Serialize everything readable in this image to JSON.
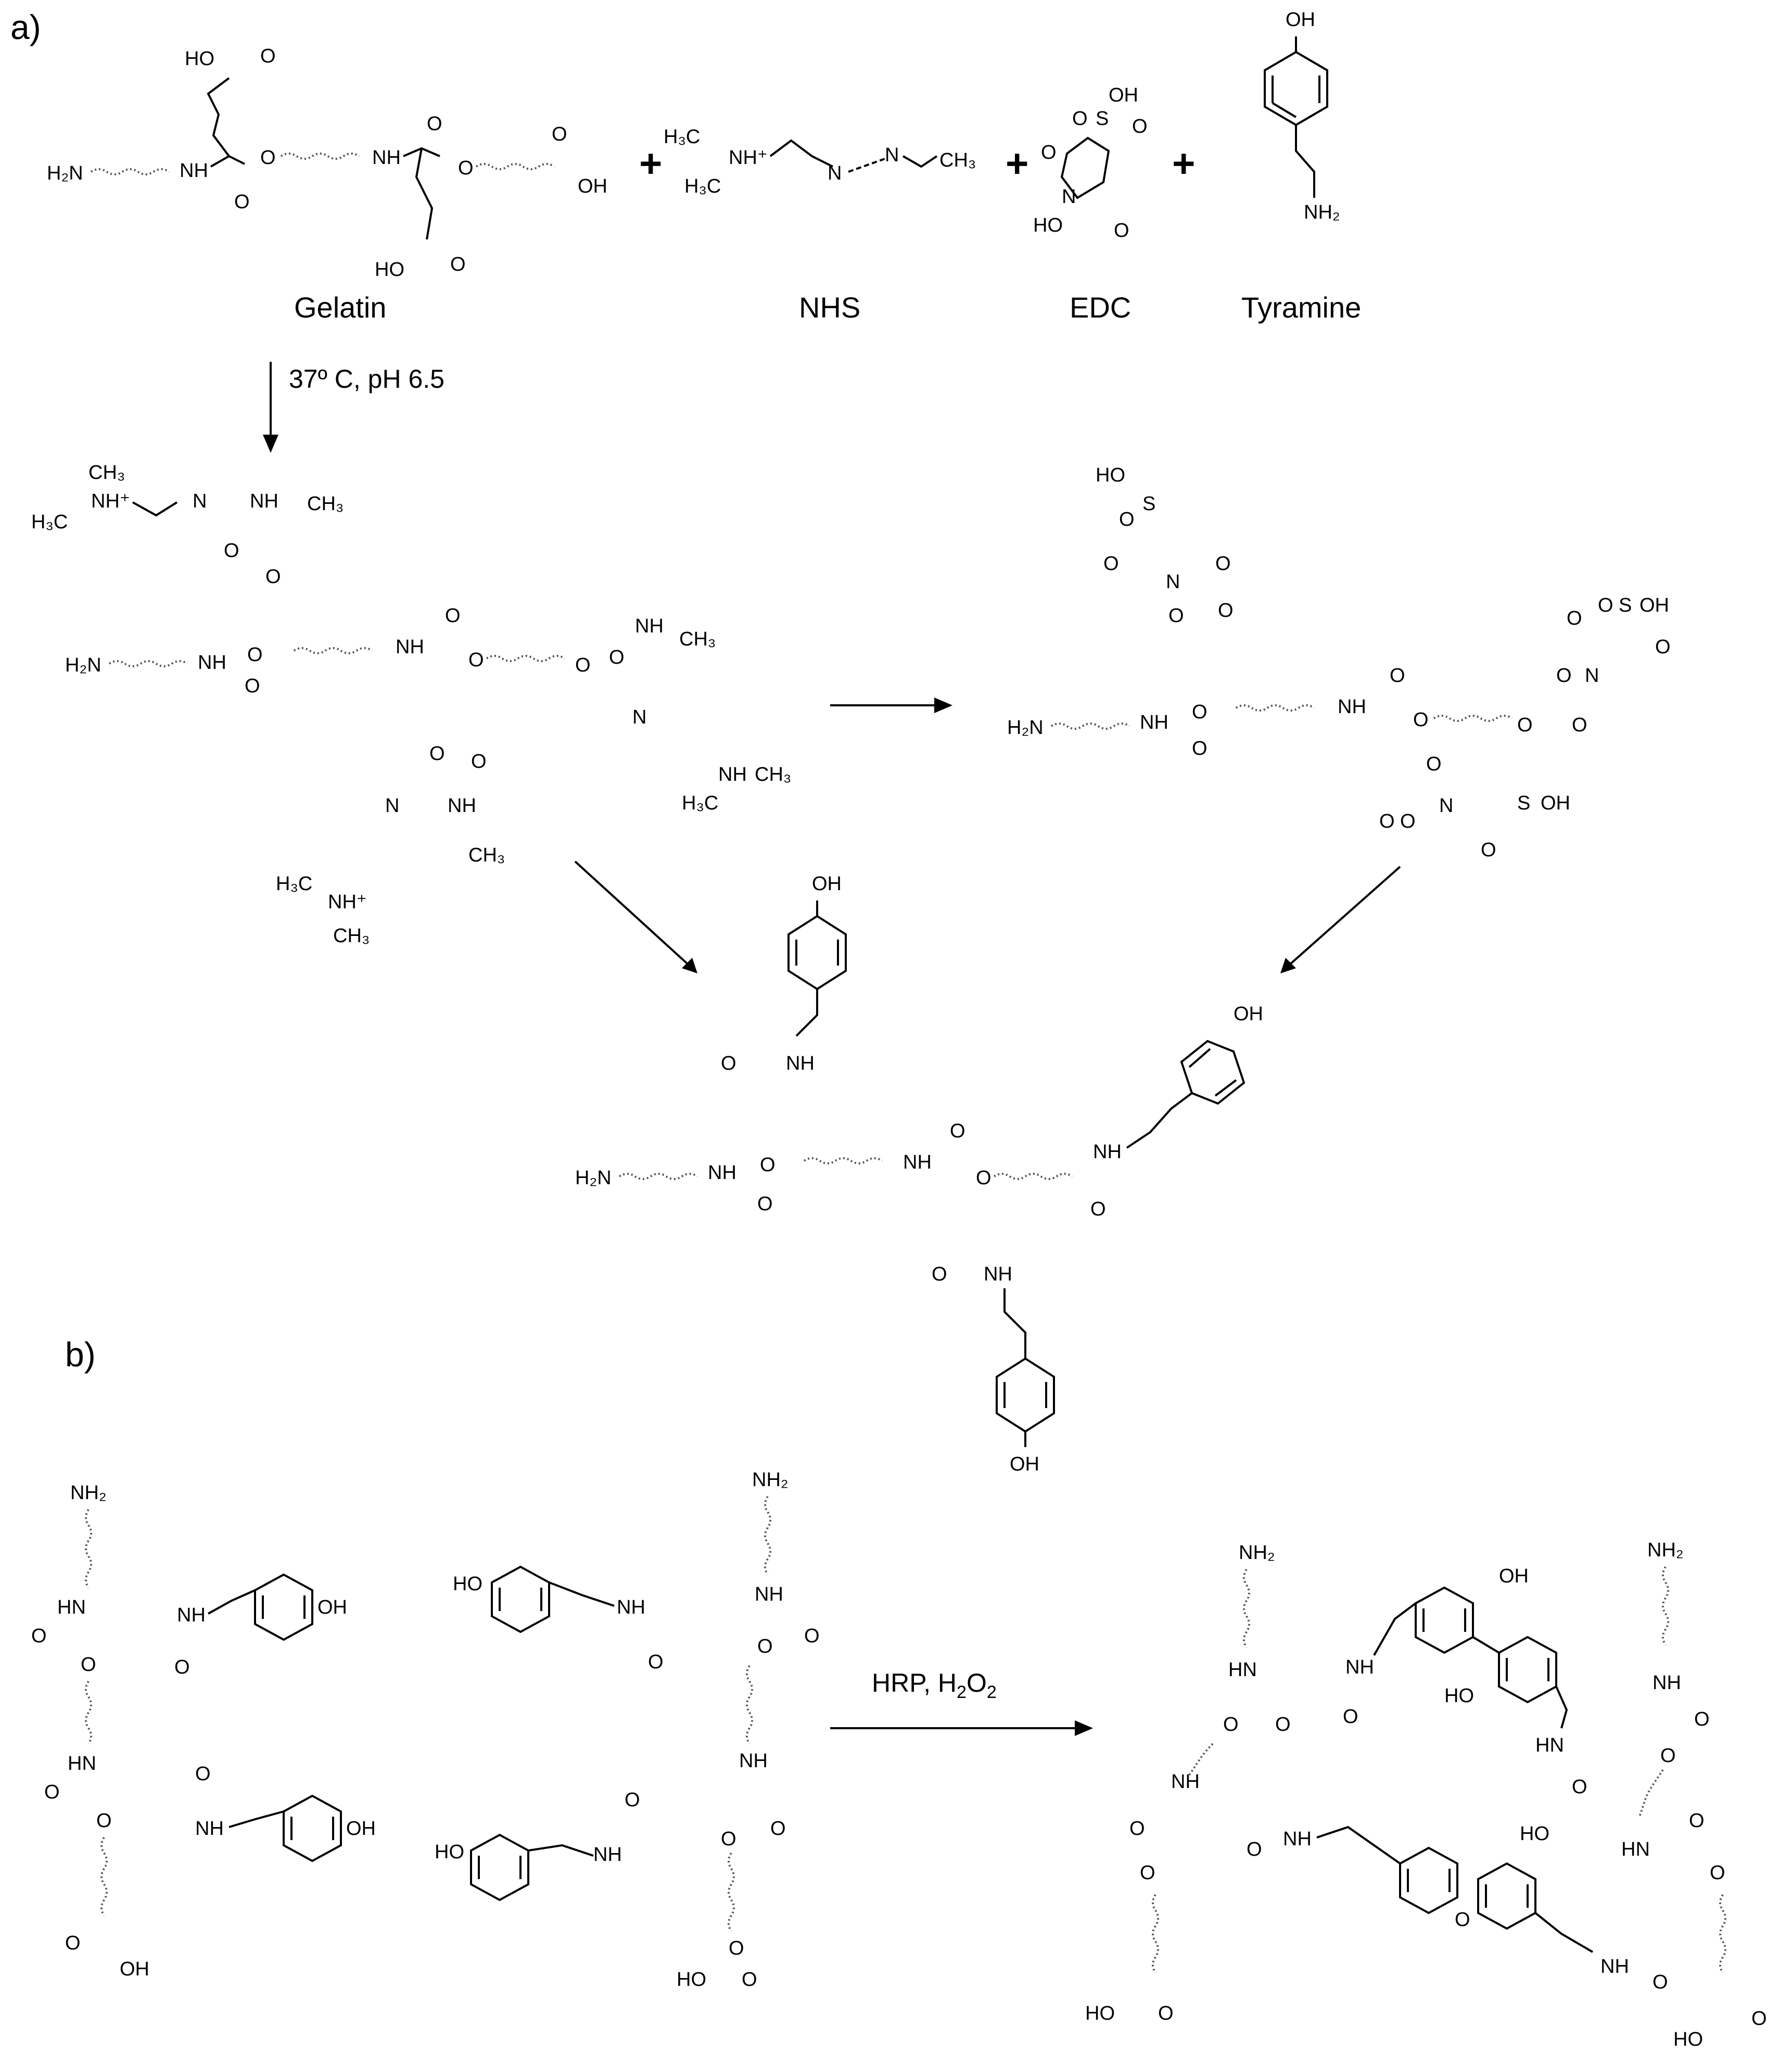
{
  "panels": {
    "a": "a)",
    "b": "b)"
  },
  "plus_sign": "+",
  "reagents": {
    "gelatin": "Gelatin",
    "nhs": "NHS",
    "edc": "EDC",
    "tyramine": "Tyramine"
  },
  "conditions": {
    "step1": "37º C, pH 6.5",
    "crosslink_prefix": "HRP, H",
    "crosslink_sub": "2",
    "crosslink_mid": "O",
    "crosslink_sub2": "2"
  },
  "atoms": {
    "h2n": "H₂N",
    "nh": "NH",
    "nh2": "NH₂",
    "o": "O",
    "oh": "OH",
    "ho": "HO",
    "n": "N",
    "s": "S",
    "ch3": "CH₃",
    "h3c": "H₃C",
    "nh_plus": "NH⁺",
    "hn": "HN"
  }
}
